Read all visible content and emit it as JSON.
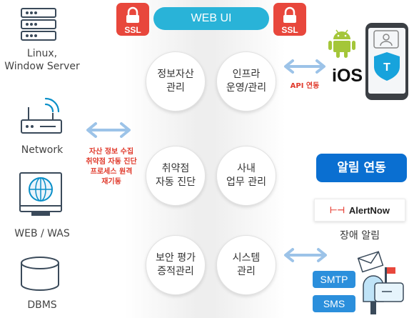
{
  "sources": {
    "linux_label": "Linux,\nWindow Server",
    "network_label": "Network",
    "web_label": "WEB / WAS",
    "dbms_label": "DBMS"
  },
  "top": {
    "banner": "WEB UI",
    "ssl_left": "SSL",
    "ssl_right": "SSL"
  },
  "modules": [
    "정보자산\n관리",
    "인프라\n운영/관리",
    "취약점\n자동 진단",
    "사내\n업무 관리",
    "보안 평가\n증적관리",
    "시스템\n관리"
  ],
  "notes": {
    "left_link": "자산 정보 수집\n취약점 자동 진단\n프로세스 원격\n재기동",
    "api_link": "API 연동"
  },
  "right": {
    "ios": "iOS",
    "alarm_button": "알림 연동",
    "alertnow": "AlertNow",
    "failure_label": "장애 알림",
    "smtp": "SMTP",
    "sms": "SMS"
  },
  "colors": {
    "accent_blue": "#29b3d8",
    "alarm_blue": "#0a6fd1",
    "ssl_red": "#e8473c",
    "note_red": "#e03a2c",
    "arrow_blue": "#9cc3e8",
    "android_green": "#a4c639"
  }
}
